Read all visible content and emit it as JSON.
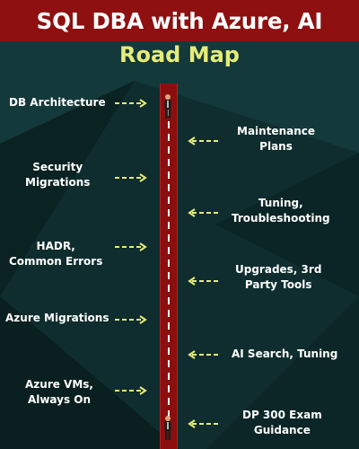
{
  "header": {
    "title": "SQL DBA with Azure, AI",
    "subtitle": "Road Map"
  },
  "colors": {
    "header_bg": "#8e1010",
    "subtitle": "#e6ec7a",
    "road": "#8b0f0f",
    "arrow": "#e6ec7a",
    "text": "#ffffff"
  },
  "milestones": {
    "left": [
      {
        "lines": [
          "DB Architecture"
        ]
      },
      {
        "lines": [
          "Security",
          "Migrations"
        ]
      },
      {
        "lines": [
          "HADR,",
          "Common Errors"
        ]
      },
      {
        "lines": [
          "Azure Migrations"
        ]
      },
      {
        "lines": [
          "Azure VMs,",
          "Always On"
        ]
      }
    ],
    "right": [
      {
        "lines": [
          "Maintenance",
          "Plans"
        ]
      },
      {
        "lines": [
          "Tuning,",
          "Troubleshooting"
        ]
      },
      {
        "lines": [
          "Upgrades, 3rd",
          "Party Tools"
        ]
      },
      {
        "lines": [
          "AI Search, Tuning"
        ]
      },
      {
        "lines": [
          "DP 300 Exam",
          "Guidance"
        ]
      }
    ]
  }
}
